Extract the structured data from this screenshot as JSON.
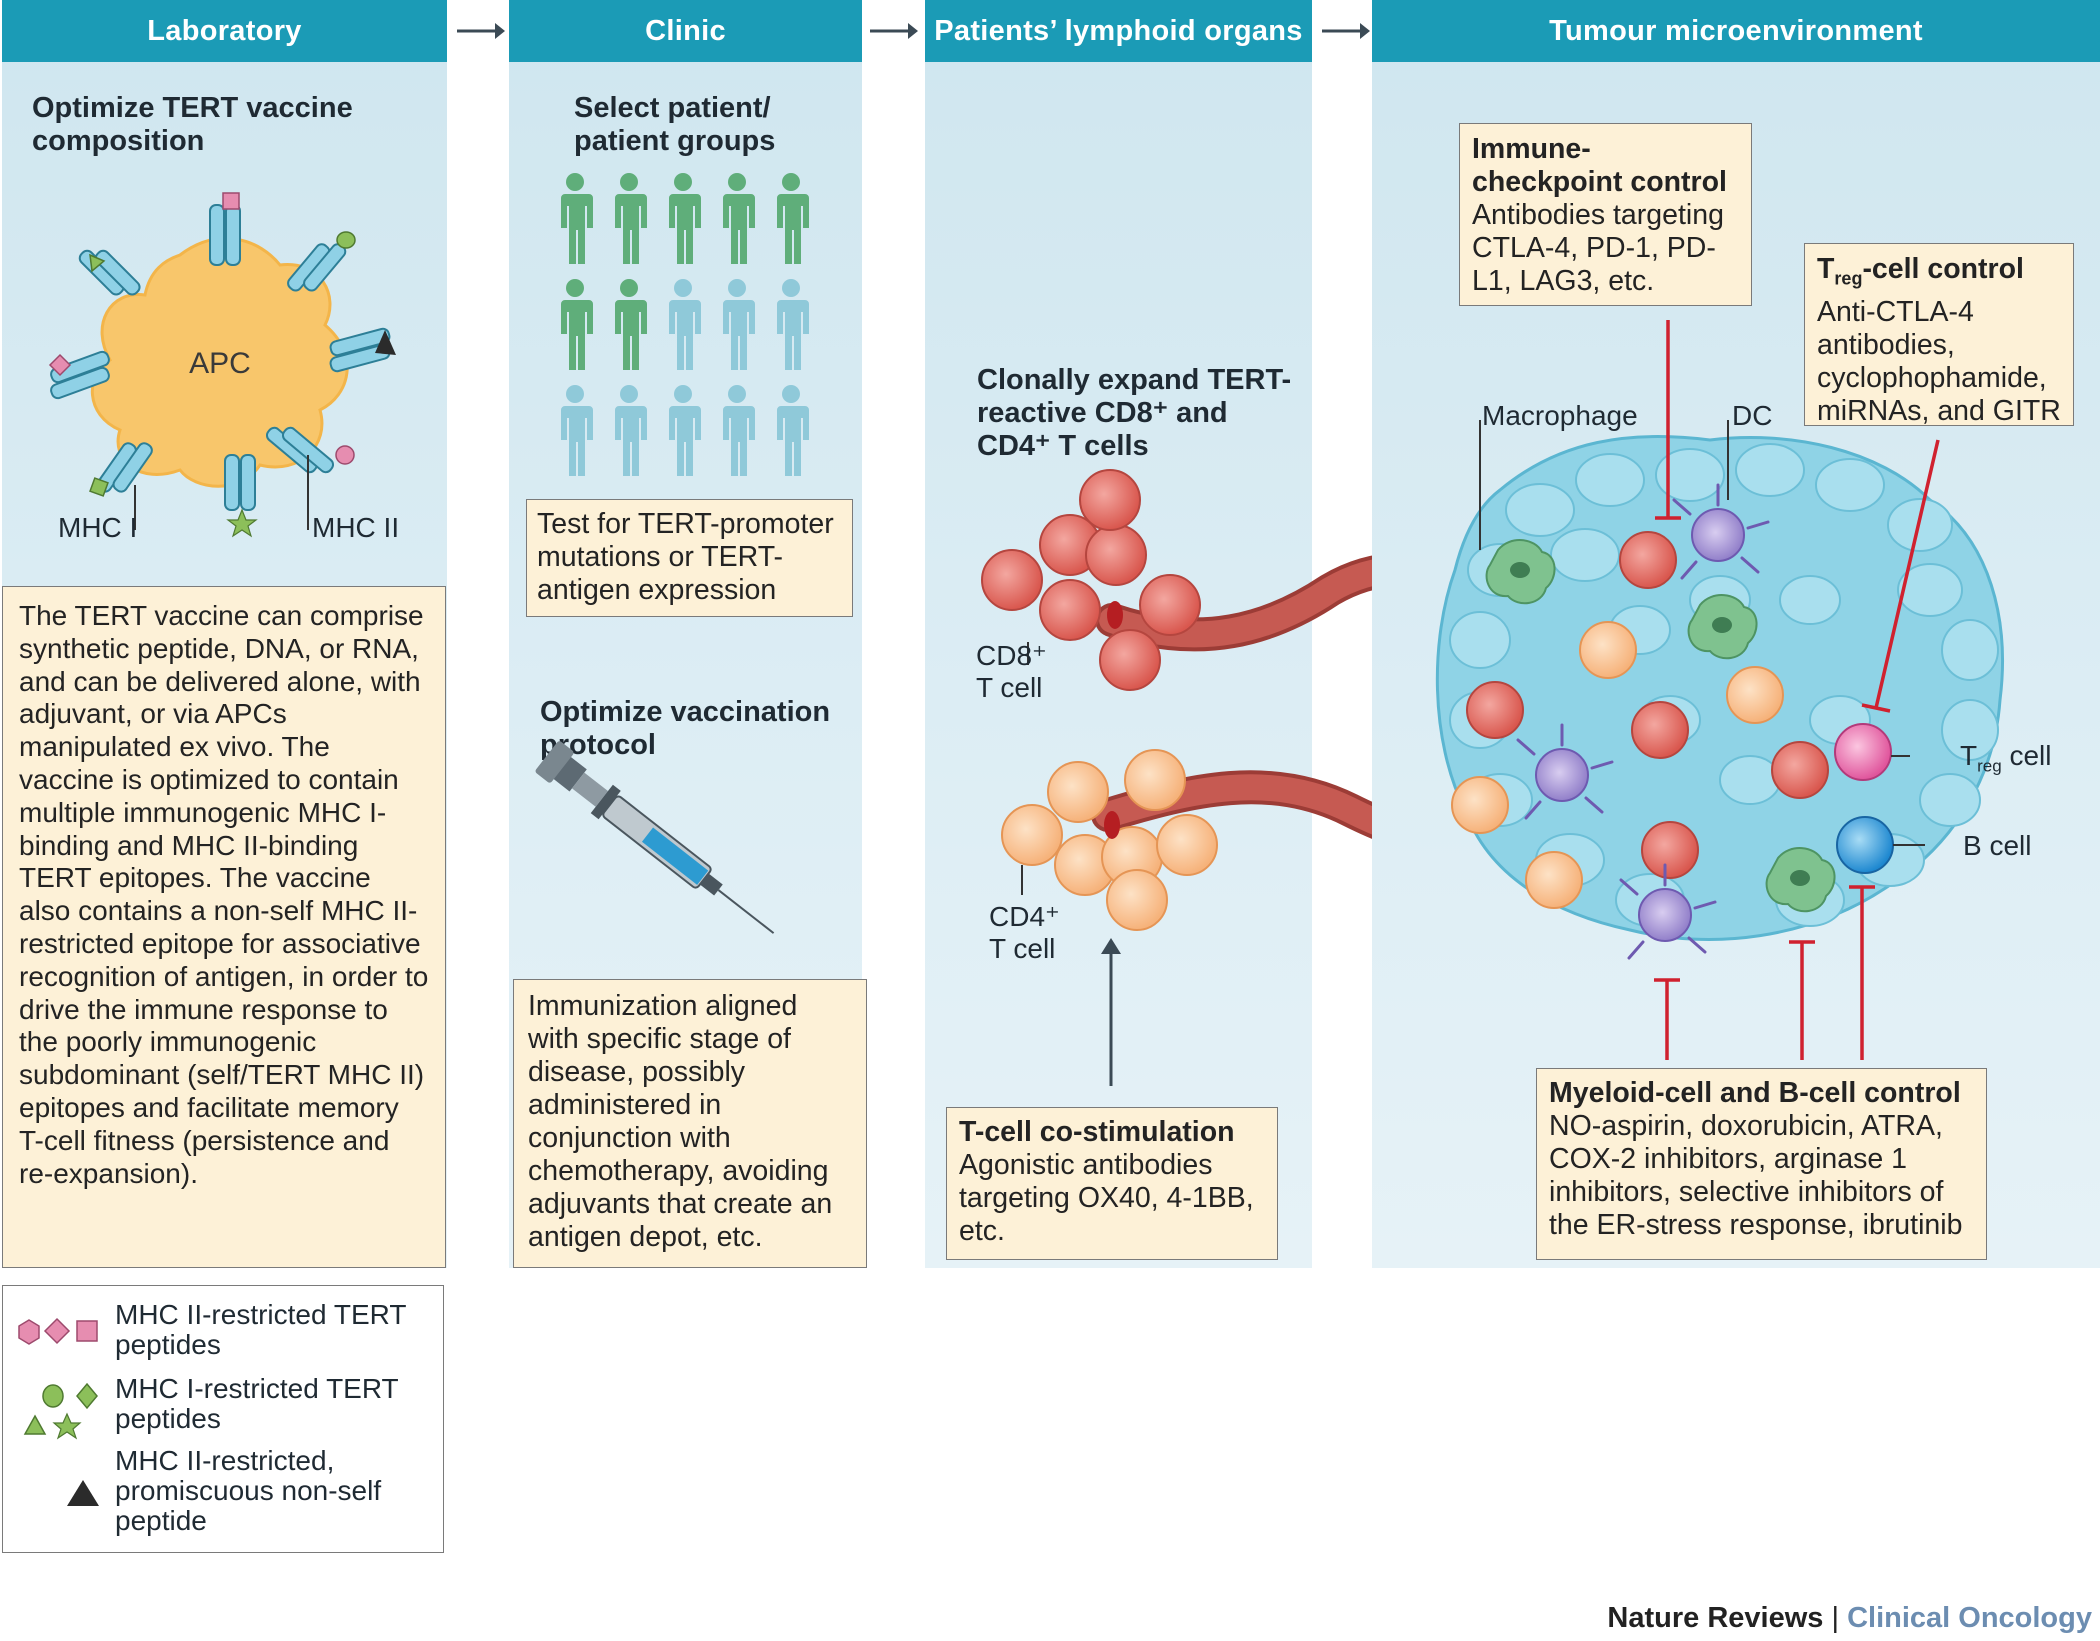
{
  "panels": [
    {
      "header": "Laboratory"
    },
    {
      "header": "Clinic"
    },
    {
      "header": "Patients’ lymphoid organs"
    },
    {
      "header": "Tumour microenvironment"
    }
  ],
  "lab": {
    "heading": "Optimize TERT vaccine composition",
    "apc_label": "APC",
    "mhc1_label": "MHC I",
    "mhc2_label": "MHC II",
    "description": "The TERT vaccine can comprise synthetic peptide, DNA, or RNA, and can be delivered alone, with adjuvant, or via APCs manipulated ex vivo. The vaccine is optimized to contain multiple immunogenic MHC I-binding and MHC II-binding TERT epitopes. The vaccine also contains a non-self MHC II-restricted epitope for associative recognition of antigen, in order to drive the immune response to the poorly immunogenic subdominant (self/TERT MHC II) epitopes and facilitate memory T-cell fitness (persistence and re-expansion).",
    "legend": [
      {
        "label": "MHC II-restricted TERT peptides"
      },
      {
        "label": "MHC I-restricted TERT peptides"
      },
      {
        "label": "MHC II-restricted, promiscuous non-self peptide"
      }
    ]
  },
  "clinic": {
    "select_heading": "Select patient/ patient groups",
    "test_note": "Test for TERT-promoter mutations or TERT-antigen expression",
    "protocol_heading": "Optimize vaccination protocol",
    "immunization_note": "Immunization aligned with specific stage of disease, possibly administered in conjunction with chemotherapy, avoiding adjuvants that create an antigen depot, etc."
  },
  "lymphoid": {
    "heading": "Clonally expand TERT-reactive CD8⁺ and CD4⁺ T cells",
    "cd8_label": "CD8⁺ T cell",
    "cd4_label": "CD4⁺ T cell",
    "costim_title": "T-cell co-stimulation",
    "costim_body": "Agonistic antibodies targeting OX40, 4-1BB, etc."
  },
  "tumour": {
    "checkpoint_title": "Immune-checkpoint control",
    "checkpoint_body": "Antibodies targeting CTLA-4, PD-1, PD-L1, LAG3, etc.",
    "treg_title": "-cell control",
    "treg_title_T": "T",
    "treg_title_sub": "reg",
    "treg_body": "Anti-CTLA-4 antibodies, cyclophophamide, miRNAs, and GITR",
    "macrophage_label": "Macrophage",
    "dc_label": "DC",
    "treg_cell_T": "T",
    "treg_cell_sub": "reg",
    "treg_cell_rest": " cell",
    "bcell_label": "B cell",
    "myeloid_title": "Myeloid-cell and B-cell control",
    "myeloid_body": "NO-aspirin, doxorubicin, ATRA, COX-2 inhibitors, arginase 1 inhibitors, selective inhibitors of the ER-stress response, ibrutinib"
  },
  "footer": {
    "journal": "Nature Reviews",
    "separator": " | ",
    "section": "Clinical Oncology"
  },
  "colors": {
    "header_bg": "#1b9bb6",
    "note_bg": "#fdf1d7",
    "inhibit_red": "#d0212f",
    "green_person": "#5fae7a",
    "blue_person": "#8fc9d9",
    "cd8_cell": "#d9574e",
    "cd4_cell": "#f6b27a",
    "footer_accent": "#6c8db1"
  }
}
